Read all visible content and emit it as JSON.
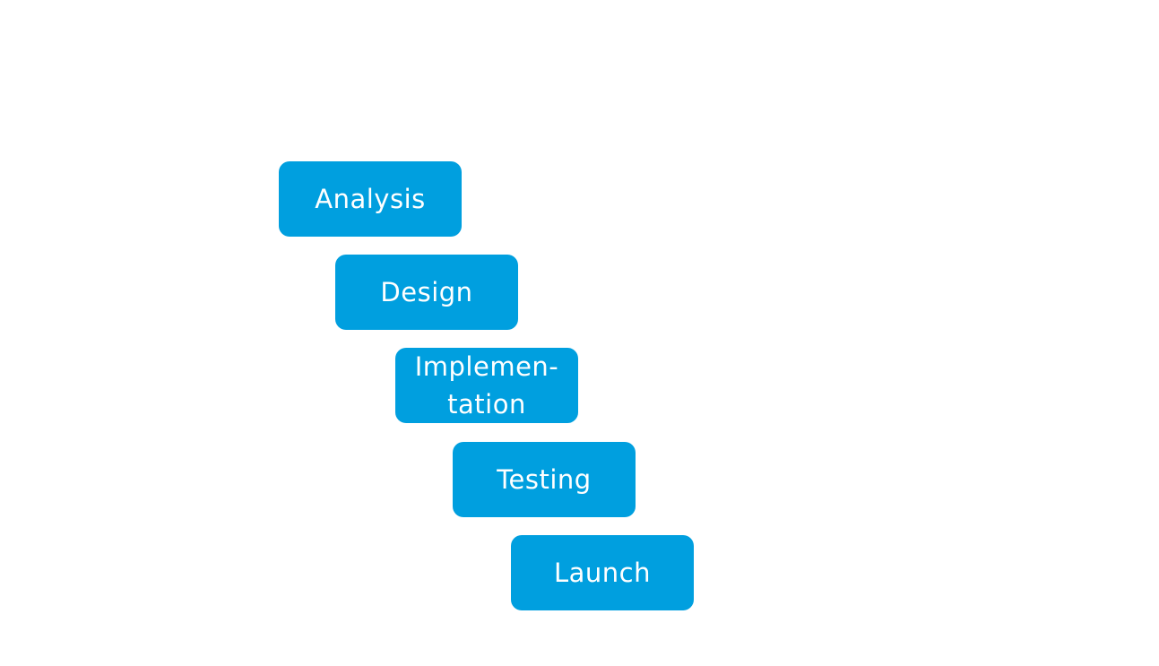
{
  "diagram": {
    "accent_color": "#009FDF",
    "text_color": "#FFFFFF",
    "steps": [
      {
        "label": "Analysis"
      },
      {
        "label": "Design"
      },
      {
        "label": "Implemen-\ntation"
      },
      {
        "label": "Testing"
      },
      {
        "label": "Launch"
      }
    ]
  }
}
